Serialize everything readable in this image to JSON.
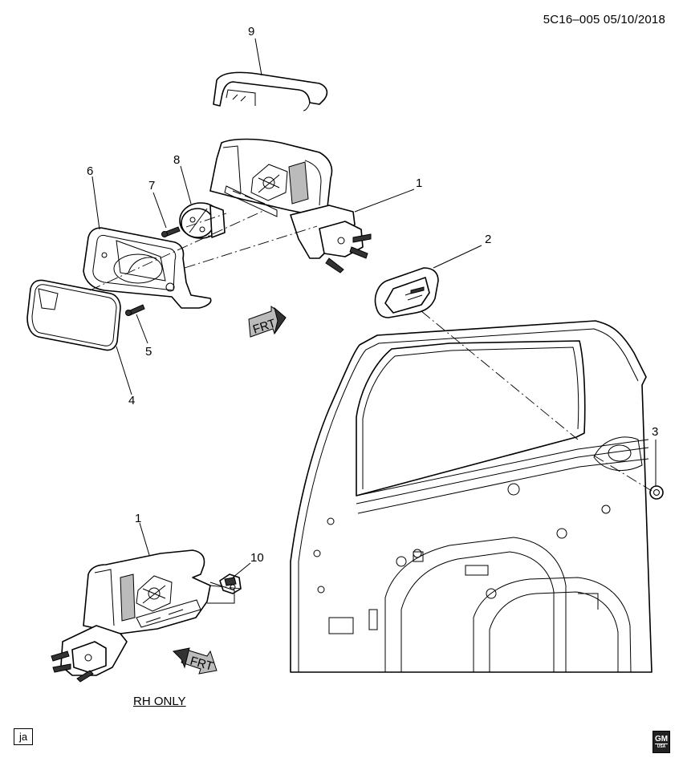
{
  "header": {
    "code": "5C16–005  05/10/2018"
  },
  "callouts": {
    "c1_top": "1",
    "c2": "2",
    "c3": "3",
    "c4": "4",
    "c5": "5",
    "c6": "6",
    "c7": "7",
    "c8": "8",
    "c9": "9",
    "c1_bottom": "1",
    "c10": "10"
  },
  "arrows": {
    "frt_upper": "FRT",
    "frt_lower": "FRT"
  },
  "footnote": {
    "text": "RH ONLY"
  },
  "code_box": {
    "text": "ja"
  },
  "logo": {
    "main": "GM",
    "sub": "USA"
  }
}
